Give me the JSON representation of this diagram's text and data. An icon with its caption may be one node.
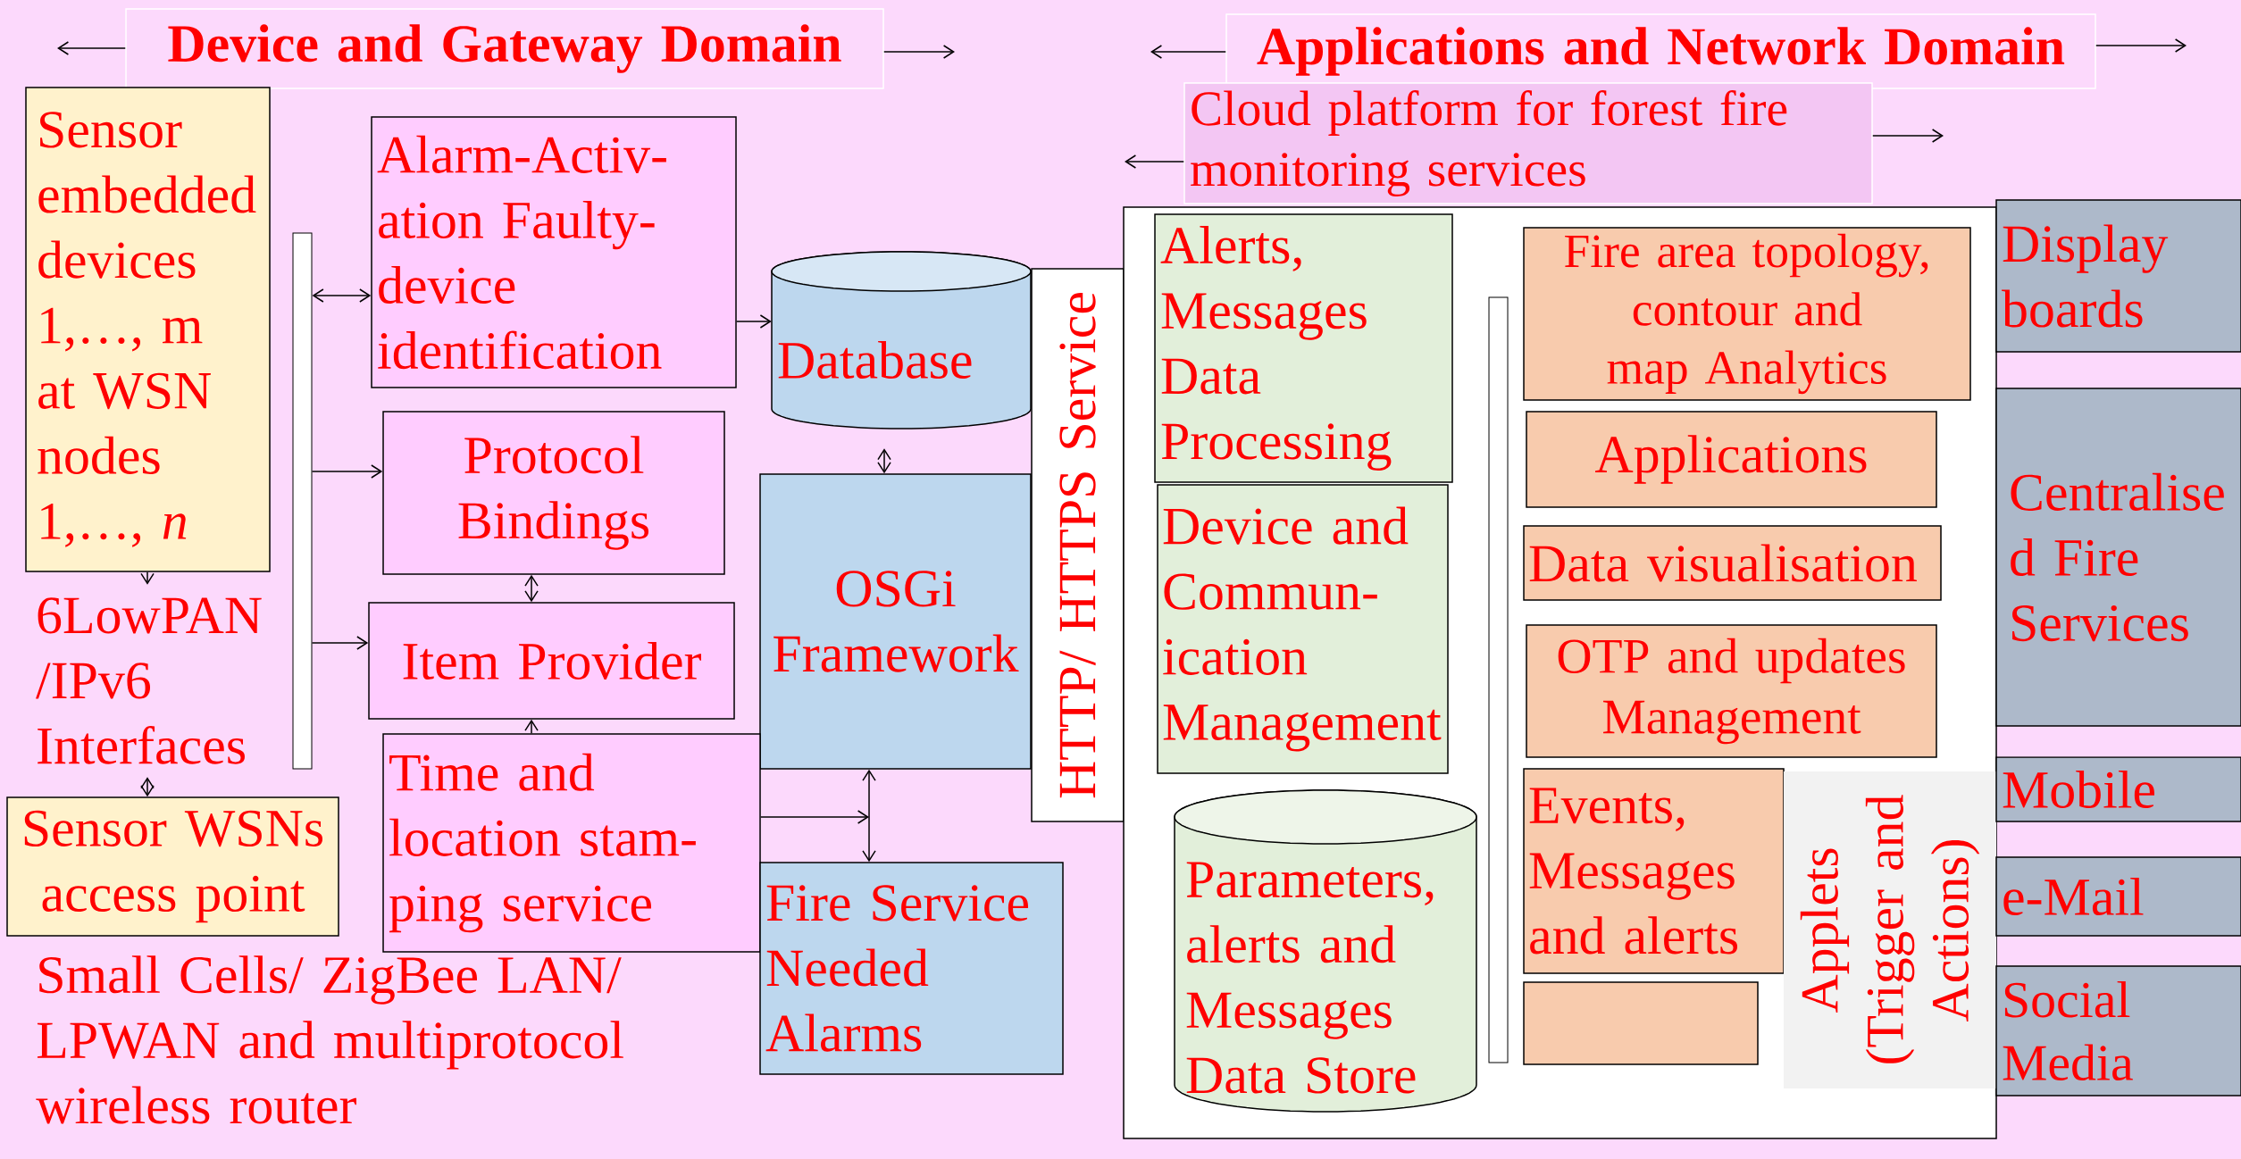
{
  "diagram": {
    "nodes": [
      {
        "text": [
          "Device and Gateway Domain"
        ]
      },
      {
        "text": [
          "Applications and Network Domain"
        ]
      },
      {
        "text": [
          "Cloud platform for forest fire monitoring services"
        ]
      },
      {
        "text": [
          "Sensor embedded devices 1,…, m at WSN nodes 1,…, *n*"
        ]
      },
      {
        "text": [],
        "shape": "bar"
      },
      {
        "text": [
          "Alarm-Activ- ation Faulty- device identification"
        ]
      },
      {
        "text": [
          "Database"
        ]
      },
      {
        "text": [
          "HTTP/ HTTPS Service"
        ]
      },
      {
        "text": [
          "Protocol Bindings"
        ]
      },
      {
        "text": [
          "OSGi Framework"
        ]
      },
      {
        "text": [
          "6LowPAN /IPv6 Interfaces"
        ]
      },
      {
        "text": [
          "Item Provider"
        ]
      },
      {
        "text": [
          "Sensor WSNs access point"
        ]
      },
      {
        "text": [
          "Time and location stam- ping service"
        ]
      },
      {
        "text": [
          "Fire Service Needed Alarms"
        ]
      },
      {
        "text": [],
        "shape": "box"
      },
      {
        "text": [
          "Alerts, Messages Data Processing"
        ],
        "in": 15
      },
      {
        "text": [
          "Fire area topology, contour and map Analytics"
        ],
        "in": 15
      },
      {
        "text": [
          "Device and Commun- ication Management"
        ],
        "in": 15
      },
      {
        "text": [],
        "shape": "bar",
        "in": 15
      },
      {
        "text": [
          "Applications"
        ],
        "in": 15
      },
      {
        "text": [
          "Data visualisation"
        ],
        "in": 15
      },
      {
        "text": [
          "OTP and updates Management"
        ],
        "in": 15
      },
      {
        "text": [
          "Events, Messages and alerts"
        ],
        "in": 15
      },
      {
        "text": [
          "Parameters, alerts and Messages Data Store"
        ],
        "in": 15
      },
      {
        "text": [],
        "shape": "box",
        "in": 15
      },
      {
        "text": [
          "Applets (Trigger and Actions)"
        ],
        "in": 15
      },
      {
        "text": [
          "Display boards"
        ]
      },
      {
        "text": [
          "Centralise d Fire Services"
        ]
      },
      {
        "text": [
          "Mobile"
        ]
      },
      {
        "text": [
          "e-Mail"
        ]
      },
      {
        "text": [
          "Social Media"
        ]
      }
    ],
    "edges": [
      {
        "from": 4,
        "to": 5,
        "arrow": "both"
      },
      {
        "from": 4,
        "to": 8,
        "arrow": "to"
      },
      {
        "from": 4,
        "to": 11,
        "arrow": "to"
      },
      {
        "from": 8,
        "to": 11,
        "arrow": "both"
      },
      {
        "from": 13,
        "to": 11,
        "arrow": "to"
      },
      {
        "from": 5,
        "to": 6,
        "arrow": "to"
      },
      {
        "from": 6,
        "to": 9,
        "arrow": "both"
      },
      {
        "from": 9,
        "to": 14,
        "arrow": "both"
      },
      {
        "from": 13,
        "to": null,
        "arrow": "to"
      },
      {
        "from": 3,
        "to": 10,
        "arrow": "to"
      },
      {
        "from": 10,
        "to": 12,
        "arrow": "both"
      }
    ],
    "labels": [
      "Small Cells/ ZigBee LAN/ LPWAN and multiprotocol wireless router"
    ]
  }
}
